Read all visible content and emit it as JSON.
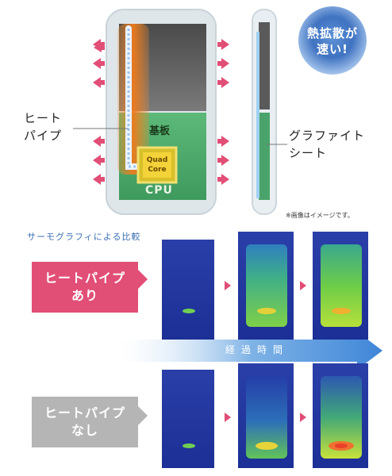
{
  "labels": {
    "heat_pipe": [
      "ヒート",
      "パイプ"
    ],
    "graphite_sheet": [
      "グラファイト",
      "シート"
    ],
    "board": "基板",
    "quad_core": [
      "Quad",
      "Core"
    ],
    "cpu": "CPU",
    "fast_diffusion": [
      "熱拡散が",
      "速い!"
    ],
    "note": "※画像はイメージです。"
  },
  "comparison": {
    "title": "サーモグラフィによる比較",
    "with_pipe": [
      "ヒートパイプ",
      "あり"
    ],
    "without_pipe": [
      "ヒートパイプ",
      "なし"
    ],
    "time_axis": "経過時間"
  },
  "colors": {
    "accent_pink": "#e14e76",
    "accent_gray": "#b5b5b5",
    "accent_blue": "#3c6fb4",
    "board_green": "#4aa36a",
    "heat_arrow": "#e14e76"
  }
}
